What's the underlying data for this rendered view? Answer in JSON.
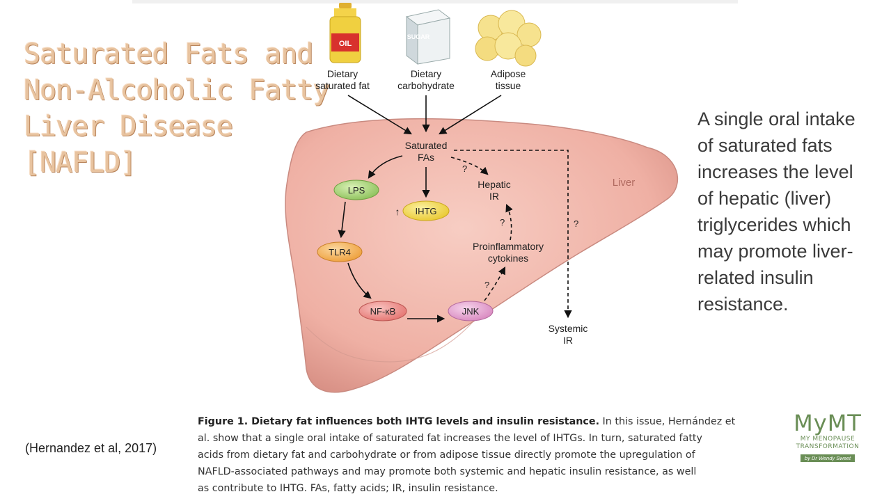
{
  "title_lines": [
    "Saturated Fats and",
    "Non-Alcoholic Fatty",
    "Liver Disease",
    "[NAFLD]"
  ],
  "side_lines": [
    "A single oral intake",
    "of saturated fats",
    "increases the level",
    "of hepatic (liver)",
    "triglycerides which",
    "may promote liver-",
    "related insulin",
    "resistance."
  ],
  "citation": "(Hernandez et al, 2017)",
  "caption": {
    "bold": "Figure 1. Dietary fat influences both IHTG levels and insulin resistance.",
    "first_rest": " In this issue, Hernández et",
    "lines": [
      "al. show that a single oral intake of saturated fat increases the level of IHTGs. In turn, saturated fatty",
      "acids from dietary fat and carbohydrate or from adipose tissue directly promote the upregulation of",
      "NAFLD-associated pathways and may promote both systemic and hepatic insulin resistance, as well",
      "as contribute to IHTG. FAs, fatty acids; IR, insulin resistance."
    ]
  },
  "diagram": {
    "sources": [
      {
        "line1": "Dietary",
        "line2": "saturated fat",
        "icon": "oil-bottle-icon",
        "label": "OIL"
      },
      {
        "line1": "Dietary",
        "line2": "carbohydrate",
        "icon": "sugar-box-icon",
        "label": "SUGAR"
      },
      {
        "line1": "Adipose",
        "line2": "tissue",
        "icon": "adipose-tissue-icon"
      }
    ],
    "saturated": {
      "line1": "Saturated",
      "line2": "FAs"
    },
    "liver_label": "Liver",
    "nodes": {
      "lps": "LPS",
      "ihtg": "IHTG",
      "tlr4": "TLR4",
      "nfkb": "NF-κB",
      "jnk": "JNK"
    },
    "ihtg_arrow": "↑",
    "hepatic": {
      "line1": "Hepatic",
      "line2": "IR"
    },
    "cytokines": {
      "line1": "Proinflammatory",
      "line2": "cytokines"
    },
    "systemic": {
      "line1": "Systemic",
      "line2": "IR"
    },
    "question_mark": "?",
    "colors": {
      "liver": "#f2b4a8",
      "lps": "#a8d47a",
      "ihtg": "#f5de5a",
      "tlr4": "#f6b85c",
      "nfkb": "#ef8f8a",
      "jnk": "#e7a7cf"
    }
  },
  "logo": {
    "main": "MyMT",
    "sub1": "MY MENOPAUSE",
    "sub2": "TRANSFORMATION",
    "tag": "by Dr Wendy Sweet"
  }
}
